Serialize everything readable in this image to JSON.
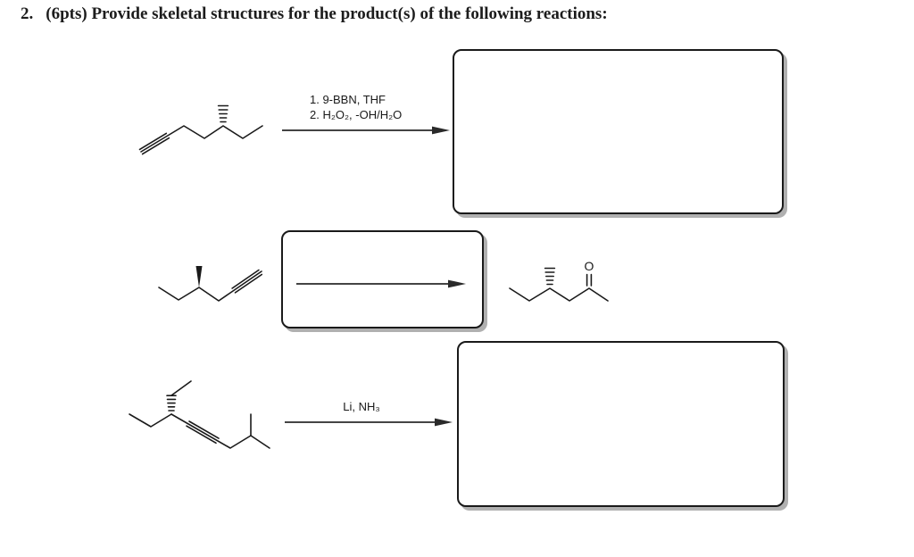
{
  "colors": {
    "ink": "#1a1a1a",
    "box_border": "#1a1a1a",
    "box_shadow": "#b0b0b0",
    "background": "#ffffff"
  },
  "question": {
    "number": "2.",
    "prompt": "(6pts) Provide skeletal structures for the product(s) of the following reactions:"
  },
  "reaction1": {
    "reagent_line1": "1. 9-BBN, THF",
    "reagent_line2": "2. H₂O₂, -OH/H₂O",
    "reactant_structure": "terminal alkyne chain with hashed-wedge methyl stereocenter (4-methylhex-1-yne)",
    "product_area": "empty answer box"
  },
  "reaction2": {
    "reagent_area": "empty box with reaction arrow inside",
    "reactant_structure": "terminal alkyne chain with bold-wedge methyl stereocenter (4-methylhex-1-yne)",
    "product_structure": "methyl ketone with hashed-wedge methyl stereocenter (4-methylhexan-2-one)",
    "carbonyl_atom_label": "O"
  },
  "reaction3": {
    "reagent_text": "Li, NH₃",
    "reactant_structure": "internal alkyne with hashed-wedge ethyl stereocenter and isopropyl terminus",
    "product_area": "empty answer box"
  }
}
